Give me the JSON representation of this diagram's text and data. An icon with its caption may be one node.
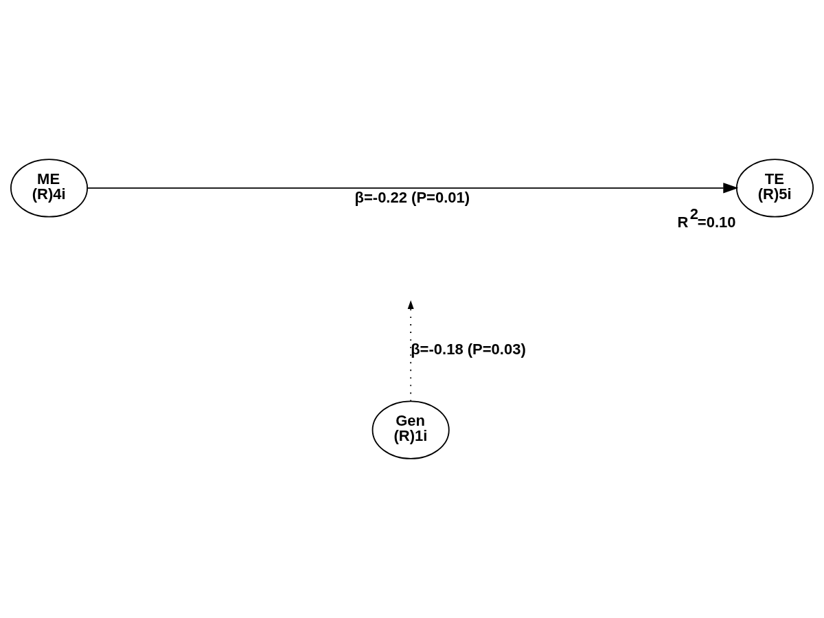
{
  "diagram": {
    "nodes": [
      {
        "text": [
          "ME",
          "(R)4i"
        ]
      },
      {
        "text": [
          "TE",
          "(R)5i"
        ],
        "beside": [
          "R$^{2}$=0.10"
        ]
      },
      {
        "text": [
          "Gen",
          "(R)1i"
        ]
      }
    ],
    "edges": [
      {
        "from": 0,
        "to": 1,
        "arrow": "to",
        "label": "β=-0.22 (P=0.01)"
      },
      {
        "from": 2,
        "to": null,
        "arrow": "to",
        "label": "β=-0.18 (P=0.03)",
        "style": "dashed"
      }
    ]
  }
}
